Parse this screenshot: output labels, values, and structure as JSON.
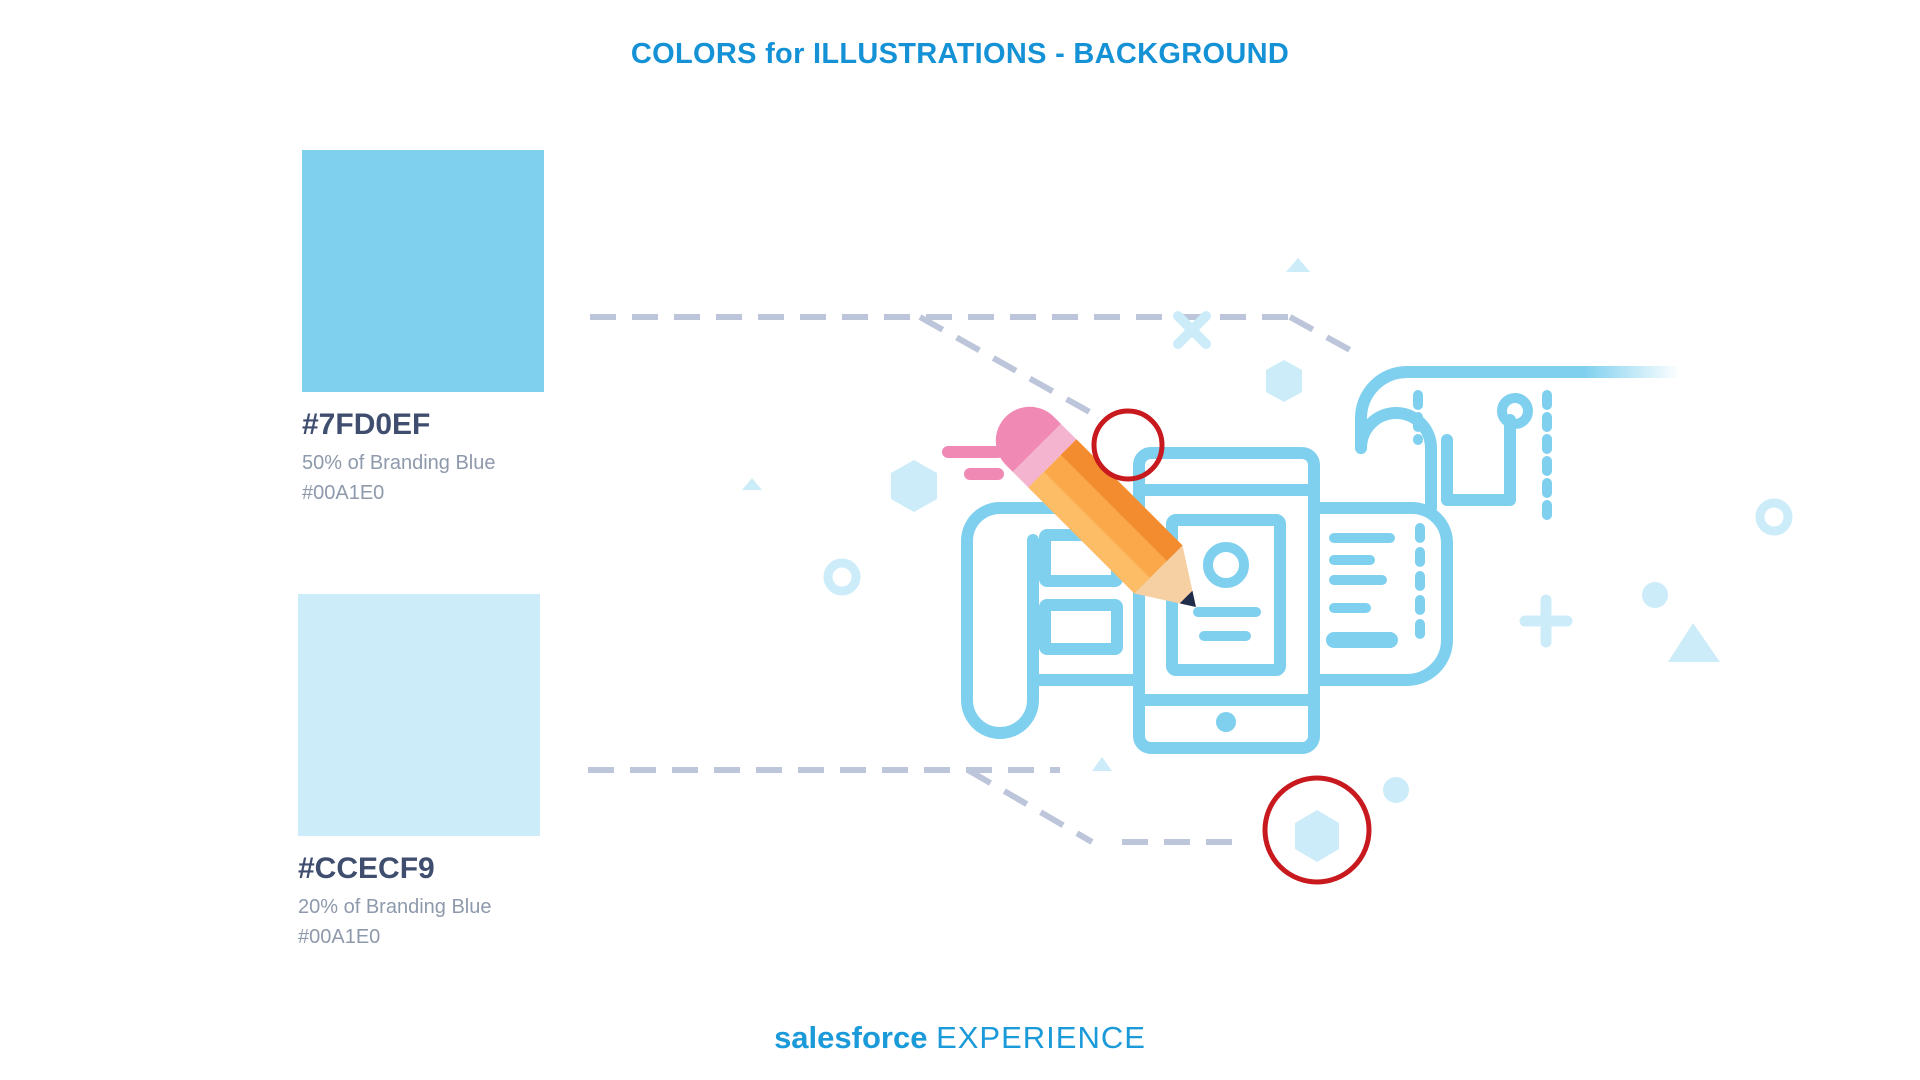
{
  "title": "COLORS for ILLUSTRATIONS - BACKGROUND",
  "swatches": [
    {
      "hex": "#7FD0EF",
      "description": "50% of Branding Blue",
      "base": "#00A1E0",
      "color": "#7FD0EF"
    },
    {
      "hex": "#CCECF9",
      "description": "20% of Branding Blue",
      "base": "#00A1E0",
      "color": "#CCECF9"
    }
  ],
  "footer": {
    "brand": "salesforce",
    "suffix": "EXPERIENCE"
  },
  "colors": {
    "title": "#1592D6",
    "dash": "#BCC5DA",
    "line": "#7FD0EF",
    "light": "#CCECF9",
    "highlight_circle": "#C8191E",
    "pencil_body": "#FAA84A",
    "pencil_eraser": "#F08AB4"
  }
}
